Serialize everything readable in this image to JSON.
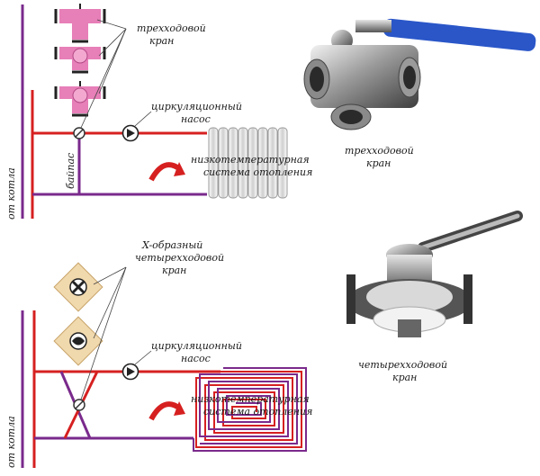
{
  "top": {
    "valve_label": [
      "трехходовой",
      "кран"
    ],
    "pump_label": [
      "циркуляционный",
      "насос"
    ],
    "system_label": [
      "низкотемпературная",
      "система отопления"
    ],
    "bypass_label": "байпас",
    "boiler_label": "от котла",
    "photo_caption": [
      "трехходовой",
      "кран"
    ]
  },
  "bottom": {
    "valve_label": [
      "X-образный",
      "четырехходовой",
      "кран"
    ],
    "pump_label": [
      "циркуляционный",
      "насос"
    ],
    "system_label": [
      "низкотемпературная",
      "система отопления"
    ],
    "boiler_label": "от котла",
    "photo_caption": [
      "четырехходовой",
      "кран"
    ]
  },
  "colors": {
    "supply": "#d62020",
    "return": "#7a2a8c",
    "valve_pink": "#e77fb8",
    "valve_beige": "#f1d9ae",
    "handle_blue": "#2a56c8",
    "arrow_red": "#d62020"
  }
}
